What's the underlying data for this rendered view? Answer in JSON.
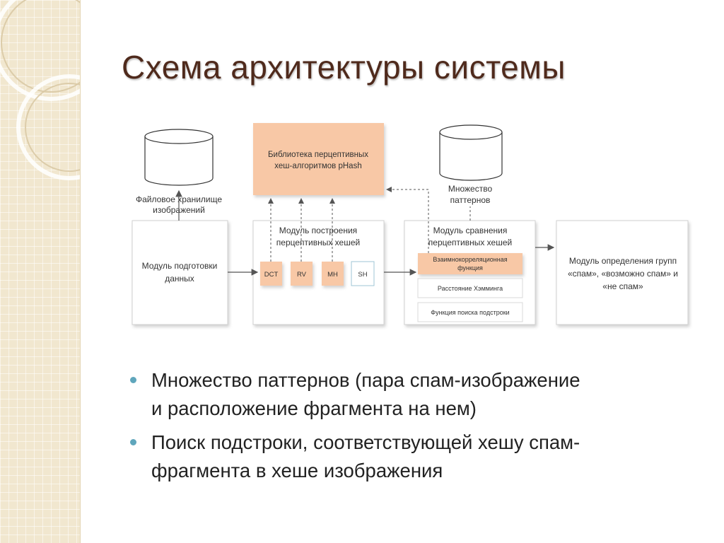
{
  "slide": {
    "title": "Схема архитектуры системы",
    "bullets": [
      {
        "line1": "Множество паттернов (пара спам-изображение",
        "line2": "и расположение фрагмента на нем)"
      },
      {
        "line1": "Поиск подстроки, соответствующей хешу спам-",
        "line2": "фрагмента в хеше изображения"
      }
    ]
  },
  "diagram": {
    "storage_db": {
      "line1": "Файловое хранилище",
      "line2": "изображений"
    },
    "patterns_db": {
      "line1": "Множество",
      "line2": "паттернов"
    },
    "library": {
      "line1": "Библиотека перцептивных",
      "line2": "хеш-алгоритмов pHash"
    },
    "prep_module": {
      "line1": "Модуль подготовки",
      "line2": "данных"
    },
    "hash_module": {
      "line1": "Модуль построения",
      "line2": "перцептивных хешей"
    },
    "hash_algos": [
      "DCT",
      "RV",
      "MH",
      "SH"
    ],
    "compare_module": {
      "line1": "Модуль сравнения",
      "line2": "перцептивных хешей"
    },
    "compare_methods": {
      "cross_corr": {
        "line1": "Взаимнокорреляционная",
        "line2": "функция"
      },
      "hamming": "Расстояние Хэмминга",
      "substring": "Функция поиска подстроки"
    },
    "groups_module": {
      "line1": "Модуль определения групп",
      "line2": "«спам», «возможно спам» и",
      "line3": "«не спам»"
    }
  },
  "colors": {
    "title": "#4f2a1c",
    "accent_orange": "#f8c8a6",
    "bullet": "#5fa6bc",
    "strip": "#f1e7cf"
  }
}
